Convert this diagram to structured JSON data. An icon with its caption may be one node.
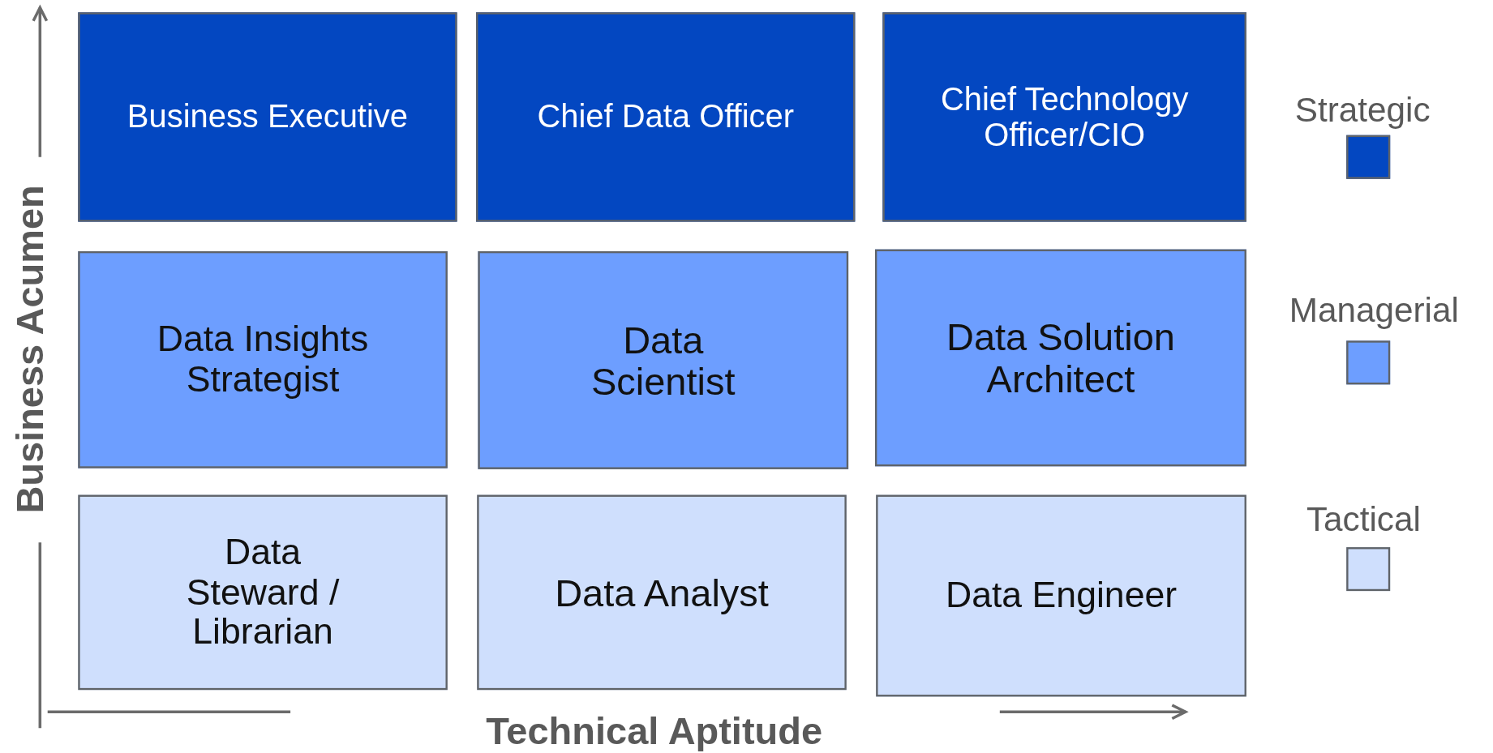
{
  "diagram": {
    "nodes": [
      {
        "text": [
          "Business Executive"
        ]
      },
      {
        "text": [
          "Chief Data Officer"
        ]
      },
      {
        "text": [
          "Chief Technology Officer/CIO"
        ]
      },
      {
        "text": [
          "Data Insights Strategist"
        ]
      },
      {
        "text": [
          "Data Scientist"
        ]
      },
      {
        "text": [
          "Data Solution Architect"
        ]
      },
      {
        "text": [
          "Data Steward / Librarian"
        ]
      },
      {
        "text": [
          "Data Analyst"
        ]
      },
      {
        "text": [
          "Data Engineer"
        ]
      }
    ],
    "edges": [],
    "labels": [
      "Business Acumen",
      "Technical Aptitude"
    ],
    "legend": [
      {
        "text": "Strategic",
        "color": "#0347c1"
      },
      {
        "text": "Managerial",
        "color": "#6d9eff"
      },
      {
        "text": "Tactical",
        "color": "#cfdffd"
      }
    ]
  }
}
